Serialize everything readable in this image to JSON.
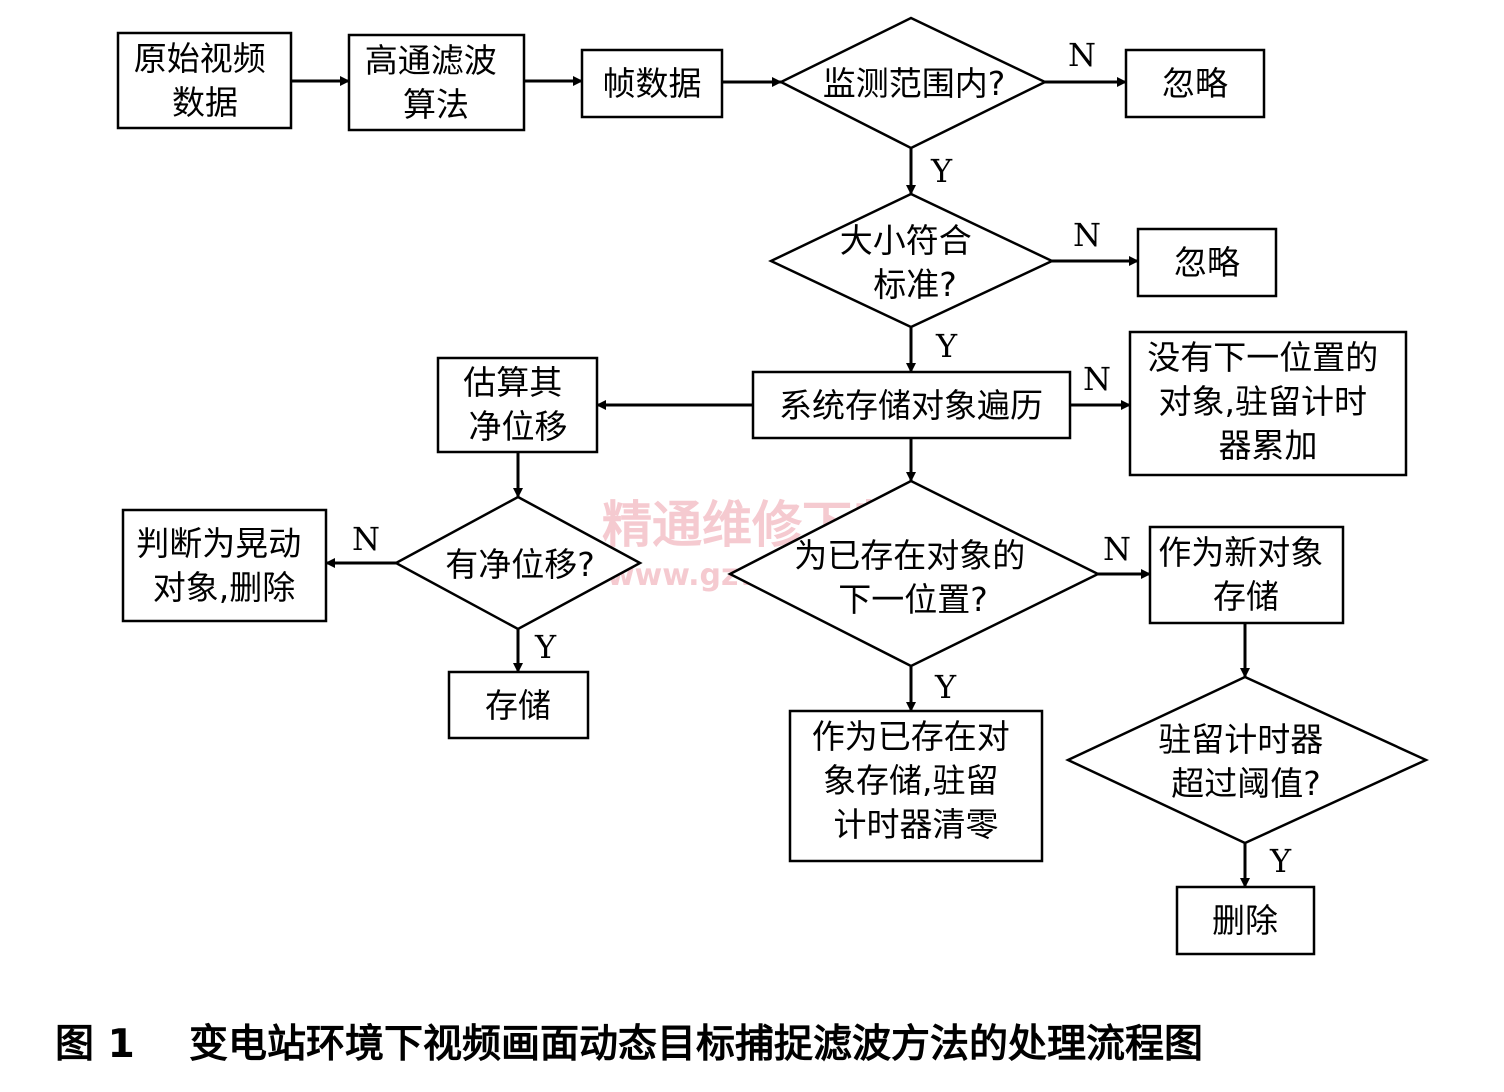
{
  "nodes": {
    "raw_video": [
      "原始视频",
      "数据"
    ],
    "highpass": [
      "高通滤波",
      "算法"
    ],
    "frame_data": [
      "帧数据"
    ],
    "in_range": [
      "监测范围内?"
    ],
    "ignore1": [
      "忽略"
    ],
    "size_ok": [
      "大小符合",
      "标准?"
    ],
    "ignore2": [
      "忽略"
    ],
    "traverse": [
      "系统存储对象遍历"
    ],
    "no_next": [
      "没有下一位置的",
      "对象,驻留计时",
      "器累加"
    ],
    "estimate": [
      "估算其",
      "净位移"
    ],
    "has_disp": [
      "有净位移?"
    ],
    "shake": [
      "判断为晃动",
      "对象,删除"
    ],
    "store": [
      "存储"
    ],
    "is_next": [
      "为已存在对象的",
      "下一位置?"
    ],
    "new_obj": [
      "作为新对象",
      "存储"
    ],
    "existing": [
      "作为已存在对",
      "象存储,驻留",
      "计时器清零"
    ],
    "timer_exceed": [
      "驻留计时器",
      "超过阈值?"
    ],
    "delete": [
      "删除"
    ]
  },
  "labels": {
    "in_range_no": "N",
    "in_range_yes": "Y",
    "size_no": "N",
    "size_yes": "Y",
    "traverse_no": "N",
    "disp_no": "N",
    "disp_yes": "Y",
    "next_no": "N",
    "next_yes": "Y",
    "timer_yes": "Y"
  },
  "watermark": {
    "line1": "精通维修下载",
    "line2": "www.gzweix.com"
  },
  "caption": "图 1    变电站环境下视频画面动态目标捕捉滤波方法的处理流程图"
}
